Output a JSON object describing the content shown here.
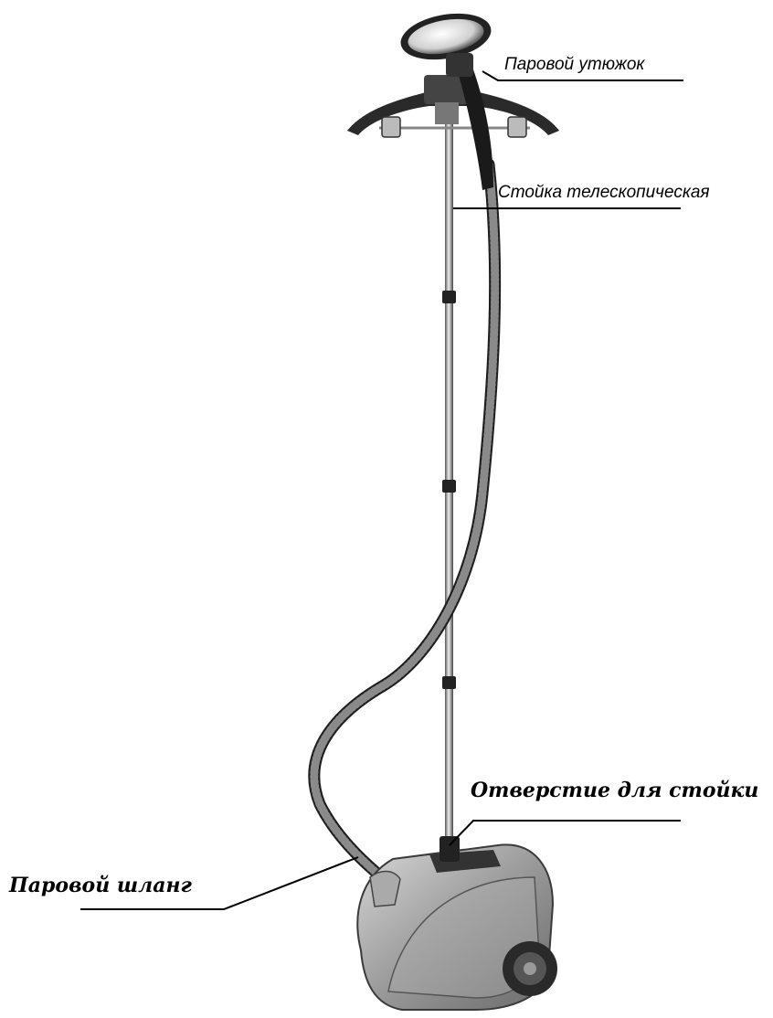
{
  "labels": {
    "steam_iron": "Паровой утюжок",
    "telescopic_stand": "Стойка телескопическая",
    "stand_socket": "Отверстие для стойки",
    "steam_hose": "Паровой шланг"
  }
}
